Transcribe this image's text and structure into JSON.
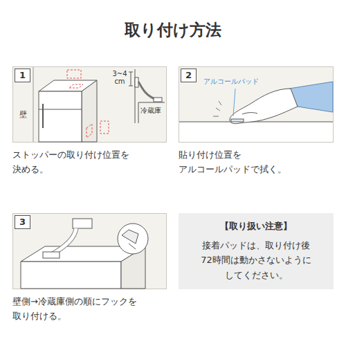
{
  "diagram": {
    "title": "取り付け方法",
    "nodes": [
      {
        "text": [
          "1"
        ]
      },
      {
        "text": [
          "2"
        ]
      },
      {
        "text": [
          "3"
        ]
      },
      {
        "text": [
          "【取り扱い注意】",
          "接着パッドは、取り付け後 72時間は動かさないように してください。"
        ]
      }
    ],
    "labels": [
      "3~4 cm",
      "冷蔵庫",
      "壁",
      "ストッパーの取り付け位置を 決める。",
      "アルコールパッド",
      "貼り付け位置を アルコールパッドで拭く。",
      "壁側→冷蔵庫側の順にフックを 取り付ける。"
    ]
  }
}
